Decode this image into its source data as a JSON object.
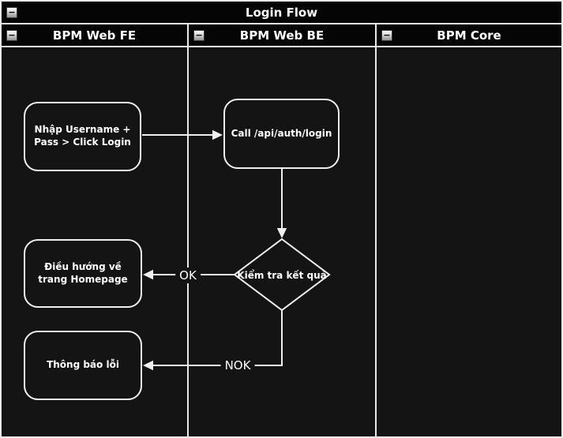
{
  "pool": {
    "title": "Login Flow",
    "collapse_glyph": "−"
  },
  "lanes": [
    {
      "label": "BPM Web FE"
    },
    {
      "label": "BPM Web BE"
    },
    {
      "label": "BPM Core"
    }
  ],
  "nodes": {
    "enter_credentials": {
      "label": "Nhập Username + Pass > Click Login",
      "shape": "rounded-rectangle"
    },
    "call_api": {
      "label": "Call /api/auth/login",
      "shape": "rounded-rectangle"
    },
    "check_result": {
      "label": "Kiểm tra kết quả",
      "shape": "decision-diamond"
    },
    "redirect_homepage": {
      "label": "Điều hướng về trang Homepage",
      "shape": "rounded-rectangle"
    },
    "error_message": {
      "label": "Thông báo lỗi",
      "shape": "rounded-rectangle"
    }
  },
  "edges": {
    "ok_label": "OK",
    "nok_label": "NOK"
  },
  "colors": {
    "canvas_background": "#141414",
    "header_background": "#050505",
    "line": "#e9e9e9",
    "text": "#ffffff"
  }
}
